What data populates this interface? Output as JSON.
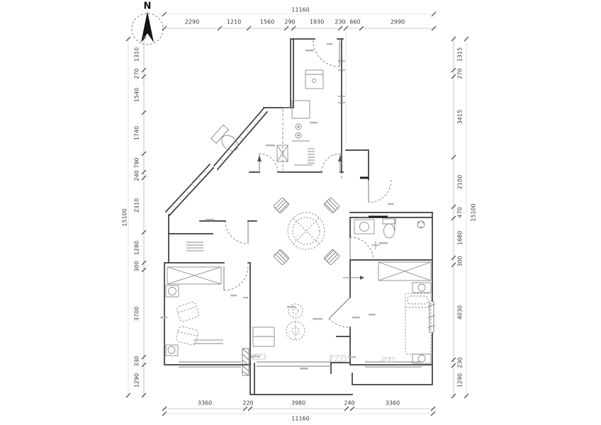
{
  "compass": {
    "north_label": "N"
  },
  "dimensions": {
    "top": {
      "total": "11160",
      "segments": [
        "2290",
        "1210",
        "1560",
        "290",
        "1930",
        "230",
        "660",
        "2990"
      ]
    },
    "bottom": {
      "total": "11160",
      "segments": [
        "3360",
        "220",
        "3980",
        "240",
        "3360"
      ]
    },
    "left": {
      "total": "15100",
      "segments": [
        "1310",
        "270",
        "1540",
        "1740",
        "790",
        "240",
        "2310",
        "1280",
        "300",
        "3700",
        "330",
        "1290"
      ]
    },
    "right": {
      "total": "15100",
      "segments": [
        "1315",
        "270",
        "3415",
        "2100",
        "470",
        "1680",
        "300",
        "4030",
        "230",
        "1290"
      ]
    }
  }
}
